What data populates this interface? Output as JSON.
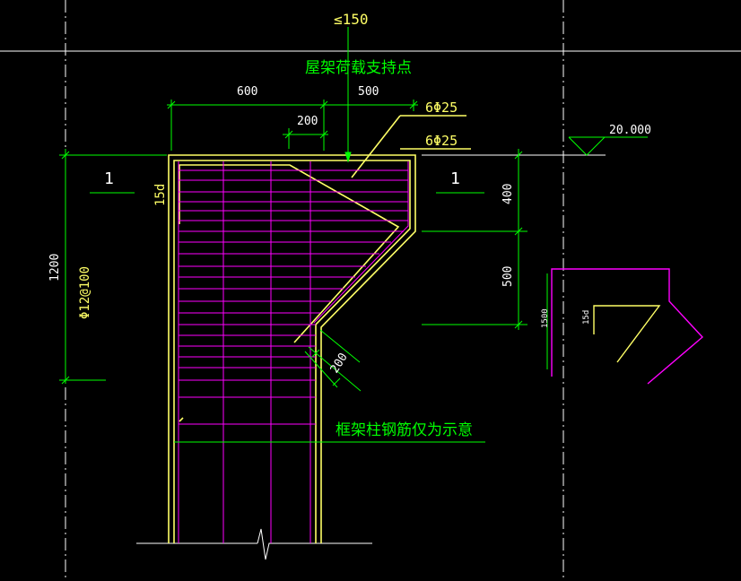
{
  "colors": {
    "background": "#000000",
    "dimension": "#00ff00",
    "concrete_outline": "#ffff66",
    "rebar": "#ff00ff",
    "reference_line": "#ffffff",
    "annotation": "#ffffff"
  },
  "annotations": {
    "max_spacing": "≤150",
    "support_point": "屋架荷载支持点",
    "dim_top_left": "600",
    "dim_top_right": "500",
    "dim_inner": "200",
    "top_bars_1": "6Φ25",
    "top_bars_2": "6Φ25",
    "elevation": "20.000",
    "section_mark_left": "1",
    "section_mark_right": "1",
    "anchor_left": "15d",
    "dim_height_upper": "400",
    "dim_height_lower": "500",
    "dim_total_height": "1200",
    "stirrups": "Φ12@100",
    "dim_chamfer": "200",
    "column_note": "框架柱钢筋仅为示意",
    "detail_dim": "1500",
    "detail_anchor": "15d"
  }
}
